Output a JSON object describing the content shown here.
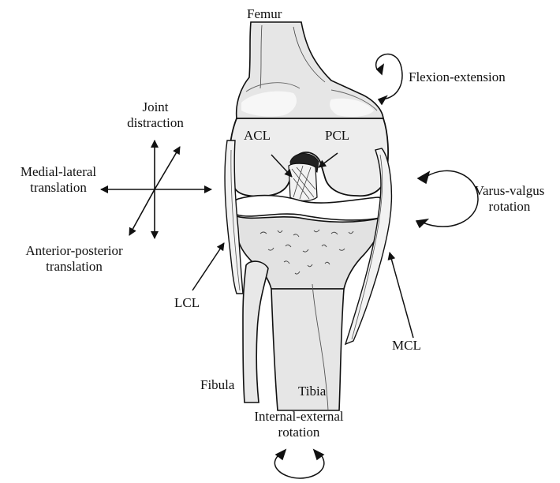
{
  "labels": {
    "femur": "Femur",
    "flexion_extension": "Flexion-extension",
    "joint_distraction_1": "Joint",
    "joint_distraction_2": "distraction",
    "medial_lateral_1": "Medial-lateral",
    "medial_lateral_2": "translation",
    "acl": "ACL",
    "pcl": "PCL",
    "varus_valgus_1": "Varus-valgus",
    "varus_valgus_2": "rotation",
    "anterior_posterior_1": "Anterior-posterior",
    "anterior_posterior_2": "translation",
    "lcl": "LCL",
    "mcl": "MCL",
    "fibula": "Fibula",
    "tibia": "Tibia",
    "internal_external_1": "Internal-external",
    "internal_external_2": "rotation"
  },
  "colors": {
    "ink": "#111111",
    "bone": "#e4e4e4",
    "cartilage": "#ffffff",
    "ligament": "#f2f2f2"
  }
}
